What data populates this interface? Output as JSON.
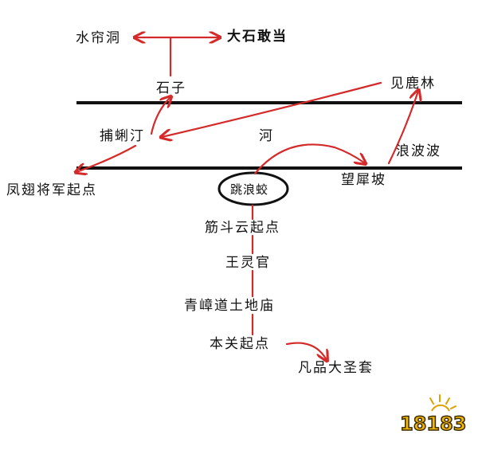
{
  "labels": {
    "shuilian_dong": "水帘洞",
    "dashi_gandang": "大石敢当",
    "shizi": "石子",
    "jianlu_lin": "见鹿林",
    "buqiang_ting": "捕蜊汀",
    "he": "河",
    "langbo_bo": "浪波波",
    "fengchi_jiangjun": "凤翅将军起点",
    "tiaolang_jiao": "跳浪蛟",
    "wangxi_po": "望犀坡",
    "jindouyun": "筋斗云起点",
    "wangling_guan": "王灵官",
    "qingzhang_dao": "青嶂道土地庙",
    "benguan": "本关起点",
    "fanpin": "凡品大圣套"
  },
  "colors": {
    "arrow": "#d42a2a",
    "line": "#111111",
    "logo_fill": "#f2b705"
  },
  "logo": {
    "text": "18183",
    "icon": "18183-logo-icon"
  }
}
